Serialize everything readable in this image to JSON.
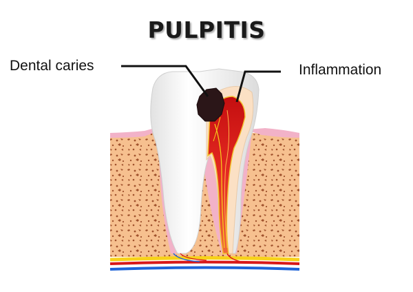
{
  "title": "PULPITIS",
  "labels": {
    "caries": "Dental caries",
    "inflammation": "Inflammation"
  },
  "colors": {
    "gum": "#f2b2c8",
    "bone": "#f6c08f",
    "bone_spots": "#a0522d",
    "tooth": "#f4f4f4",
    "pulp_inflamed": "#e01b1b",
    "decay": "#2b1618",
    "artery": "#d81818",
    "vein": "#1e63d8",
    "nerve": "#f7d21a"
  }
}
